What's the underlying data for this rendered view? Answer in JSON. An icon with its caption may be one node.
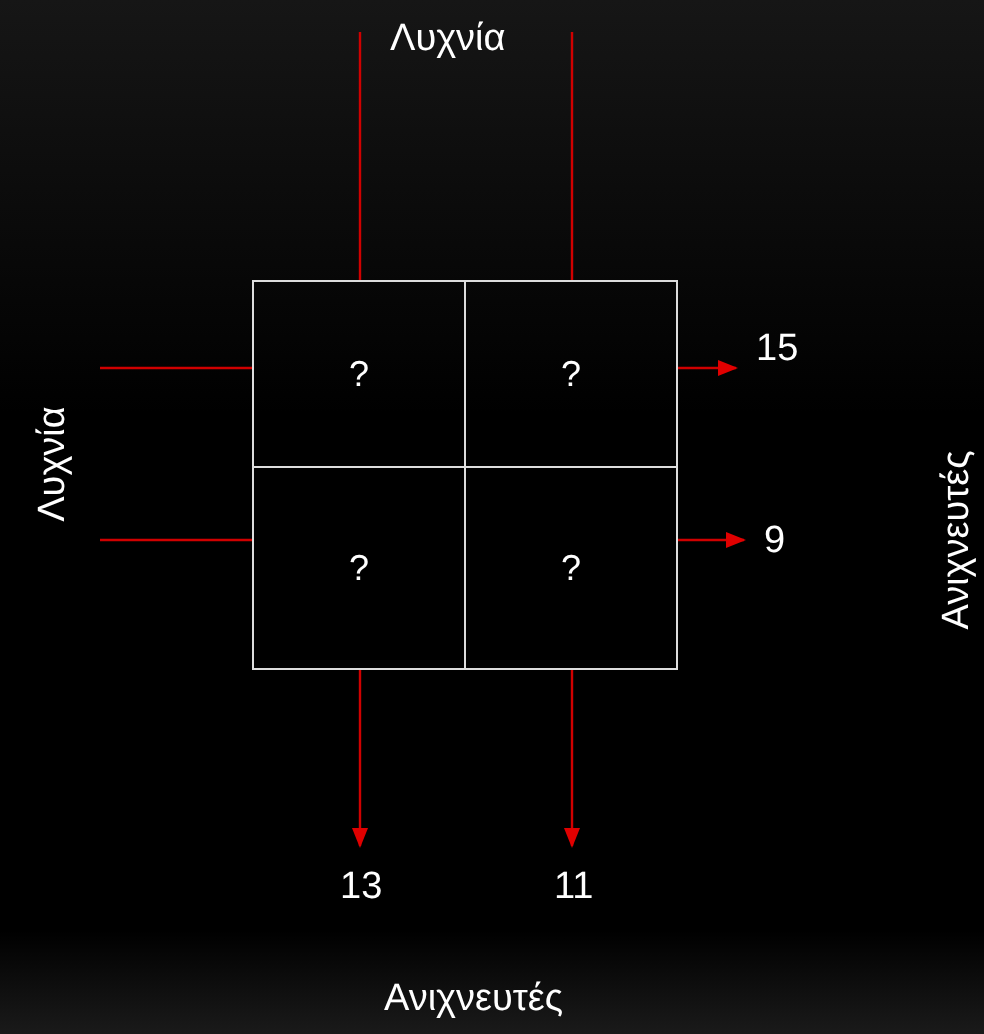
{
  "diagram": {
    "nodes": [
      {
        "text": [
          "?"
        ]
      },
      {
        "text": [
          "?"
        ]
      },
      {
        "text": [
          "?"
        ]
      },
      {
        "text": [
          "?"
        ]
      },
      {
        "text": [
          "15"
        ]
      },
      {
        "text": [
          "9"
        ]
      },
      {
        "text": [
          "13"
        ]
      },
      {
        "text": [
          "11"
        ]
      }
    ],
    "edges": [
      {
        "from": null,
        "to": 0,
        "arrow": "none"
      },
      {
        "from": null,
        "to": 1,
        "arrow": "none"
      },
      {
        "from": null,
        "to": 0,
        "arrow": "none"
      },
      {
        "from": null,
        "to": 2,
        "arrow": "none"
      },
      {
        "from": 1,
        "to": 4,
        "arrow": "to"
      },
      {
        "from": 3,
        "to": 5,
        "arrow": "to"
      },
      {
        "from": 2,
        "to": 6,
        "arrow": "to"
      },
      {
        "from": 3,
        "to": 7,
        "arrow": "to"
      }
    ],
    "labels": [
      "Λυχνία",
      "Λυχνία",
      "Ανιχνευτές",
      "Ανιχνευτές"
    ]
  }
}
